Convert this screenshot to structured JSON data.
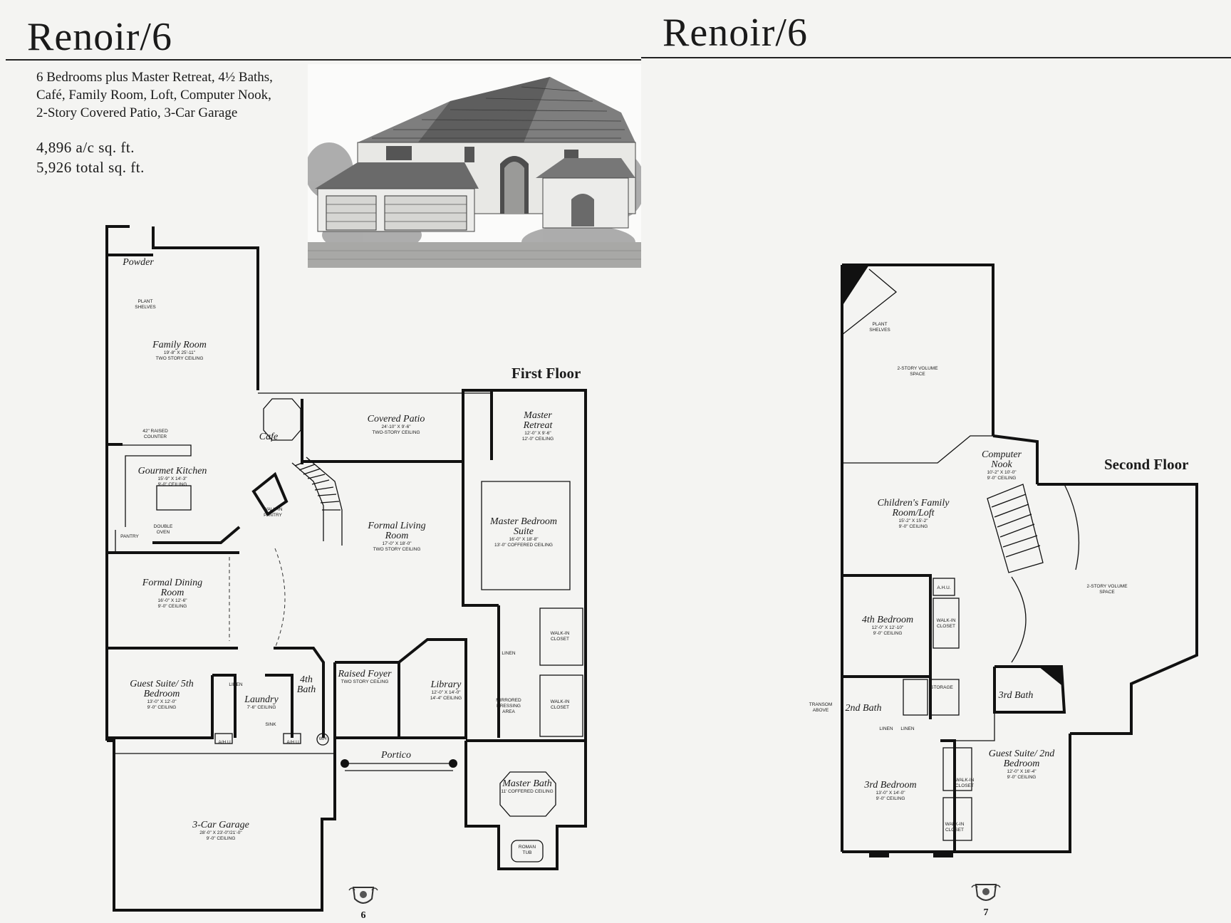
{
  "pages": {
    "left": {
      "title": "Renoir/6",
      "features": "6 Bedrooms plus Master Retreat, 4½ Baths, Café, Family Room, Loft, Computer Nook, 2-Story Covered Patio, 3-Car Garage",
      "ac_sqft": "4,896 a/c sq. ft.",
      "total_sqft": "5,926 total sq. ft.",
      "page_number": "6"
    },
    "right": {
      "title": "Renoir/6",
      "page_number": "7"
    }
  },
  "first_floor": {
    "label": "First Floor",
    "rooms": {
      "powder": {
        "name": "Powder"
      },
      "family_room": {
        "name": "Family Room",
        "dims": "19'-8\" X 25'-11\"",
        "ceiling": "TWO STORY CEILING"
      },
      "cafe": {
        "name": "Cafe"
      },
      "covered_patio": {
        "name": "Covered Patio",
        "dims": "24'-10\" X 9'-6\"",
        "ceiling": "TWO-STORY CEILING"
      },
      "master_retreat": {
        "name": "Master Retreat",
        "dims": "12'-0\" X 9'-6\"",
        "ceiling": "12'-0\" CEILING"
      },
      "gourmet_kitchen": {
        "name": "Gourmet Kitchen",
        "dims": "15'-9\" X 14'-3\"",
        "ceiling": "9'-0\" CEILING"
      },
      "formal_living": {
        "name": "Formal Living Room",
        "dims": "17'-0\" X 18'-0\"",
        "ceiling": "TWO STORY CEILING"
      },
      "master_suite": {
        "name": "Master Bedroom Suite",
        "dims": "16'-0\" X 18'-8\"",
        "ceiling": "13'-0\" COFFERED CEILING"
      },
      "formal_dining": {
        "name": "Formal Dining Room",
        "dims": "16'-0\" X 12'-6\"",
        "ceiling": "9'-0\" CEILING"
      },
      "guest_suite_5": {
        "name": "Guest Suite/ 5th Bedroom",
        "dims": "13'-0\" X 12'-0\"",
        "ceiling": "9'-0\" CEILING"
      },
      "laundry": {
        "name": "Laundry",
        "ceiling": "7'-6\" CEILING"
      },
      "bath_4": {
        "name": "4th Bath"
      },
      "raised_foyer": {
        "name": "Raised Foyer",
        "ceiling": "TWO STORY CEILING"
      },
      "library": {
        "name": "Library",
        "dims": "12'-0\" X 14'-0\"",
        "ceiling": "14'-4\" CEILING"
      },
      "portico": {
        "name": "Portico"
      },
      "master_bath": {
        "name": "Master Bath",
        "ceiling": "11' COFFERED CEILING"
      },
      "garage": {
        "name": "3-Car Garage",
        "dims": "28'-0\" X 23'-0\"/21'-0\"",
        "ceiling": "9'-0\" CEILING"
      }
    },
    "notes": {
      "plant_shelves": "PLANT SHELVES",
      "raised_counter": "42\" RAISED COUNTER",
      "walk_in_pantry": "WALK-IN PANTRY",
      "pantry": "PANTRY",
      "double_oven": "DOUBLE OVEN",
      "walk_in_closet": "WALK-IN CLOSET",
      "linen": "LINEN",
      "mirrored_dressing": "MIRRORED DRESSING AREA",
      "roman_tub": "ROMAN TUB",
      "ahu": "A/H U",
      "wh": "WH",
      "sink": "SINK"
    }
  },
  "second_floor": {
    "label": "Second Floor",
    "rooms": {
      "volume_top": {
        "name": "2-STORY VOLUME SPACE"
      },
      "computer_nook": {
        "name": "Computer Nook",
        "dims": "10'-2\" X 10'-0\"",
        "ceiling": "9'-0\" CEILING"
      },
      "loft": {
        "name": "Children's Family Room/Loft",
        "dims": "15'-2\" X 15'-2\"",
        "ceiling": "9'-0\" CEILING"
      },
      "volume_right": {
        "name": "2-STORY VOLUME SPACE"
      },
      "bedroom_4": {
        "name": "4th Bedroom",
        "dims": "12'-0\" X 12'-10\"",
        "ceiling": "9'-0\" CEILING"
      },
      "bath_2": {
        "name": "2nd Bath"
      },
      "bath_3": {
        "name": "3rd Bath"
      },
      "bedroom_3": {
        "name": "3rd Bedroom",
        "dims": "13'-0\" X 14'-0\"",
        "ceiling": "9'-0\" CEILING"
      },
      "guest_suite_2": {
        "name": "Guest Suite/ 2nd Bedroom",
        "dims": "12'-0\" X 16'-4\"",
        "ceiling": "9'-0\" CEILING"
      }
    },
    "notes": {
      "plant_shelves": "PLANT SHELVES",
      "transom_above": "TRANSOM ABOVE",
      "storage": "STORAGE",
      "linen": "LINEN",
      "walk_in_closet": "WALK-IN CLOSET",
      "ahu": "A.H.U."
    }
  }
}
